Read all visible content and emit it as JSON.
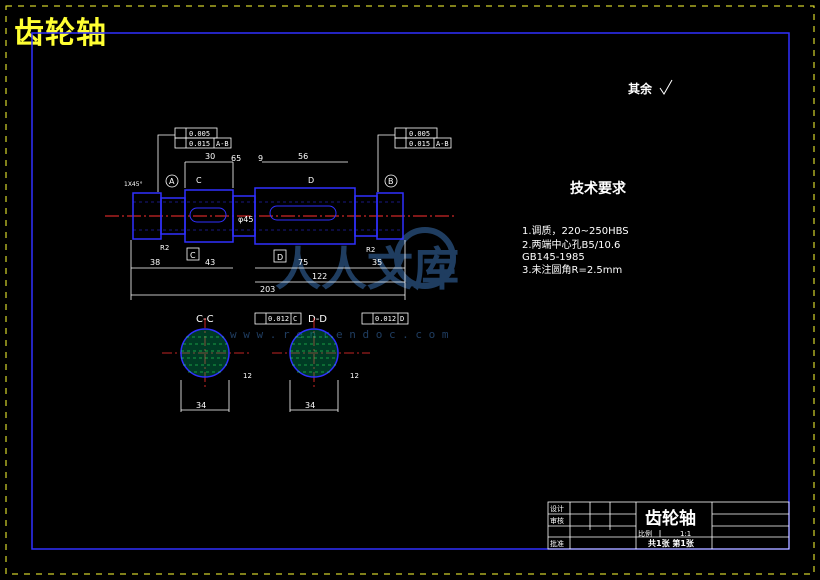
{
  "title": "齿轮轴",
  "surface_note": "其余",
  "tech_requirements": {
    "heading": "技术要求",
    "items": [
      "1.调质，220~250HBS",
      "2.两端中心孔B5/10.6",
      "GB145-1985",
      "3.未注圆角R=2.5mm"
    ]
  },
  "gdt": {
    "left_top": "0.005",
    "left_bottom": "0.015",
    "left_datum": "A-B",
    "right_top": "0.005",
    "right_bottom": "0.015",
    "right_datum": "A-B",
    "section_c_tol": "0.012",
    "section_c_datum": "C",
    "section_d_tol": "0.012",
    "section_d_datum": "D"
  },
  "dims": {
    "d30": "30",
    "d65": "65",
    "d9": "9",
    "d56": "56",
    "d38": "38",
    "d43": "43",
    "d75": "75",
    "d35": "35",
    "d122": "122",
    "d203": "203",
    "d45": "φ45",
    "r2_left": "R2",
    "r2_right": "R2",
    "chamfer": "1X45°",
    "sec_c_width": "34",
    "sec_d_width": "34",
    "sec_c_key": "12",
    "sec_d_key": "12"
  },
  "labels": {
    "datum_a": "A",
    "datum_b": "B",
    "sec_c": "C",
    "sec_d": "D",
    "sec_c_title": "C-C",
    "sec_d_title": "D-D",
    "c_mark": "C",
    "d_mark": "D"
  },
  "watermark": {
    "text": "人人文库",
    "url": "w w w . r e n r e n d o c . c o m"
  },
  "title_block": {
    "name": "齿轮轴",
    "design": "设计",
    "check": "审核",
    "approve": "批准",
    "scale_label": "比例",
    "scale_value": "1:1",
    "sheet": "共1张  第1张"
  }
}
